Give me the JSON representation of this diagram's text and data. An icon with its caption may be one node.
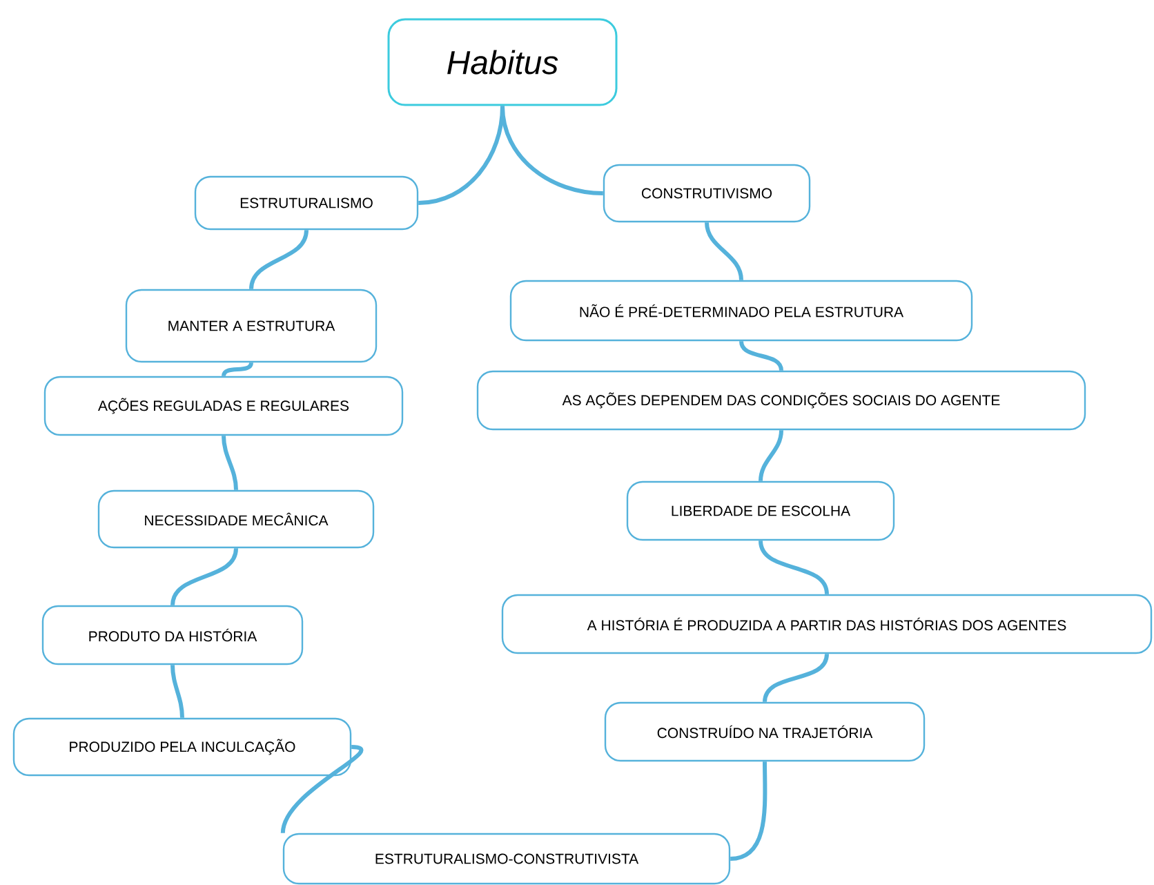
{
  "diagram": {
    "nodes": [
      {
        "text": [
          "Habitus"
        ]
      },
      {
        "text": [
          "ESTRUTURALISMO"
        ]
      },
      {
        "text": [
          "CONSTRUTIVISMO"
        ]
      },
      {
        "text": [
          "MANTER A ESTRUTURA"
        ]
      },
      {
        "text": [
          "AÇÕES REGULADAS E REGULARES"
        ]
      },
      {
        "text": [
          "NECESSIDADE MECÂNICA"
        ]
      },
      {
        "text": [
          "PRODUTO DA HISTÓRIA"
        ]
      },
      {
        "text": [
          "PRODUZIDO PELA INCULCAÇÃO"
        ]
      },
      {
        "text": [
          "NÃO É PRÉ-DETERMINADO PELA ESTRUTURA"
        ]
      },
      {
        "text": [
          "AS AÇÕES DEPENDEM DAS CONDIÇÕES SOCIAIS DO AGENTE"
        ]
      },
      {
        "text": [
          "LIBERDADE DE ESCOLHA"
        ]
      },
      {
        "text": [
          "A HISTÓRIA É PRODUZIDA A PARTIR DAS HISTÓRIAS DOS AGENTES"
        ]
      },
      {
        "text": [
          "CONSTRUÍDO NA TRAJETÓRIA"
        ]
      },
      {
        "text": [
          "ESTRUTURALISMO-CONSTRUTIVISTA"
        ]
      }
    ],
    "edges": [
      {
        "from": 0,
        "to": 1,
        "arrow": "none"
      },
      {
        "from": 0,
        "to": 2,
        "arrow": "none"
      },
      {
        "from": 1,
        "to": 3,
        "arrow": "none"
      },
      {
        "from": 3,
        "to": 4,
        "arrow": "none"
      },
      {
        "from": 4,
        "to": 5,
        "arrow": "none"
      },
      {
        "from": 5,
        "to": 6,
        "arrow": "none"
      },
      {
        "from": 6,
        "to": 7,
        "arrow": "none"
      },
      {
        "from": 7,
        "to": 13,
        "arrow": "none"
      },
      {
        "from": 2,
        "to": 8,
        "arrow": "none"
      },
      {
        "from": 8,
        "to": 9,
        "arrow": "none"
      },
      {
        "from": 9,
        "to": 10,
        "arrow": "none"
      },
      {
        "from": 10,
        "to": 11,
        "arrow": "none"
      },
      {
        "from": 11,
        "to": 12,
        "arrow": "none"
      },
      {
        "from": 12,
        "to": 13,
        "arrow": "none"
      }
    ]
  }
}
